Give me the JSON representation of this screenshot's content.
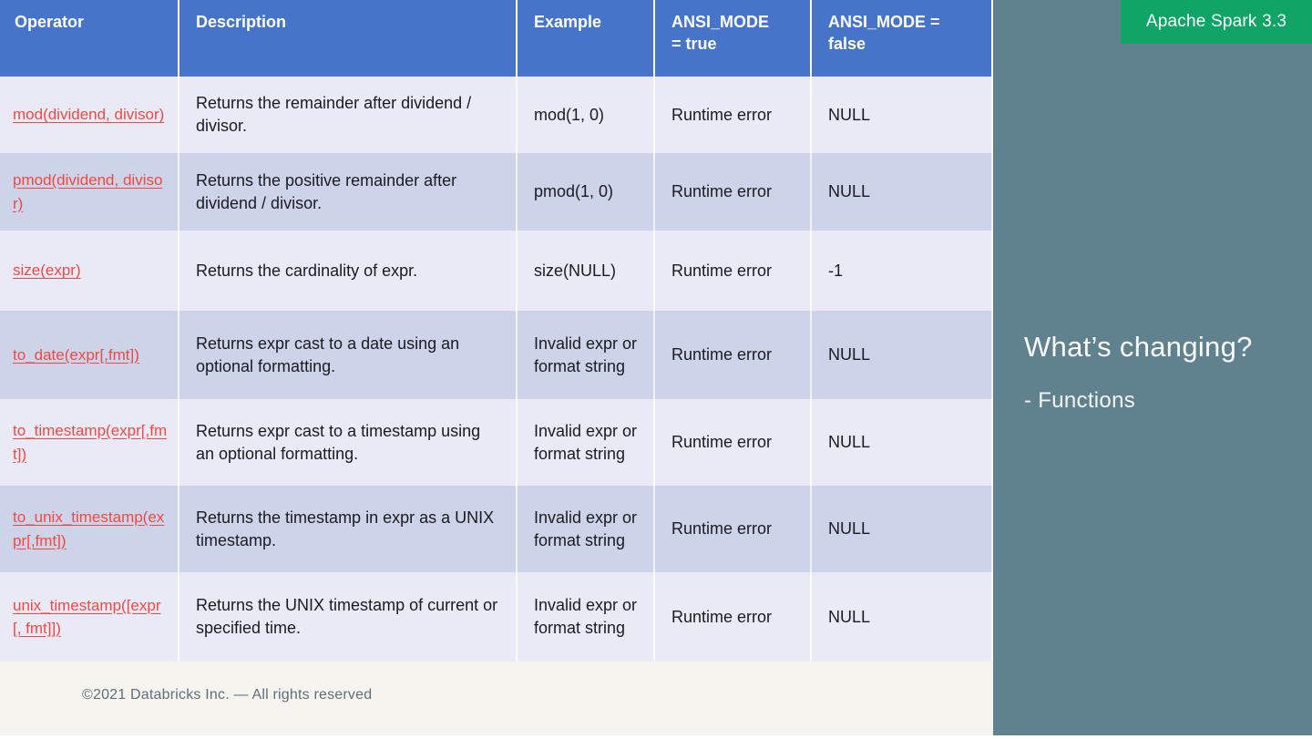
{
  "badge": {
    "label": "Apache Spark 3.3"
  },
  "sidebar": {
    "title": "What’s changing?",
    "subtitle": "- Functions"
  },
  "footer": {
    "copyright": "©2021 Databricks Inc. — All rights reserved"
  },
  "table": {
    "headers": [
      "Operator",
      "Description",
      "Example",
      "ANSI_MODE = true",
      "ANSI_MODE = false"
    ],
    "rows": [
      {
        "operator": "mod(dividend, divisor)",
        "description": "Returns the remainder after dividend / divisor.",
        "example": "mod(1, 0)",
        "ansi_true": "Runtime error",
        "ansi_false": "NULL"
      },
      {
        "operator": "pmod(dividend, divisor)",
        "description": "Returns the positive remainder after dividend / divisor.",
        "example": "pmod(1, 0)",
        "ansi_true": "Runtime error",
        "ansi_false": "NULL"
      },
      {
        "operator": "size(expr)",
        "description": "Returns the cardinality of expr.",
        "example": "size(NULL)",
        "ansi_true": "Runtime error",
        "ansi_false": "-1"
      },
      {
        "operator": "to_date(expr[,fmt])",
        "description": "Returns expr cast to a date using an optional formatting.",
        "example": "Invalid expr or format string",
        "ansi_true": "Runtime error",
        "ansi_false": "NULL"
      },
      {
        "operator": "to_timestamp(expr[,fmt])",
        "description": "Returns expr cast to a timestamp using an optional formatting.",
        "example": "Invalid expr or format string",
        "ansi_true": "Runtime error",
        "ansi_false": "NULL"
      },
      {
        "operator": "to_unix_timestamp(expr[,fmt])",
        "description": "Returns the timestamp in expr as a UNIX timestamp.",
        "example": "Invalid expr or format string",
        "ansi_true": "Runtime error",
        "ansi_false": "NULL"
      },
      {
        "operator": "unix_timestamp([expr[, fmt]])",
        "description": "Returns the UNIX timestamp of current or specified time.",
        "example": "Invalid expr or format string",
        "ansi_true": "Runtime error",
        "ansi_false": "NULL"
      }
    ]
  },
  "colors": {
    "header_blue": "#4574C9",
    "row_light": "#E9EAF6",
    "row_dark": "#CDD3E9",
    "link_red": "#EF4A41",
    "sidebar_slate": "#5F828E",
    "badge_green": "#10A567",
    "footer_bg": "#F6F4EE",
    "footer_text": "#5D6F7B"
  }
}
